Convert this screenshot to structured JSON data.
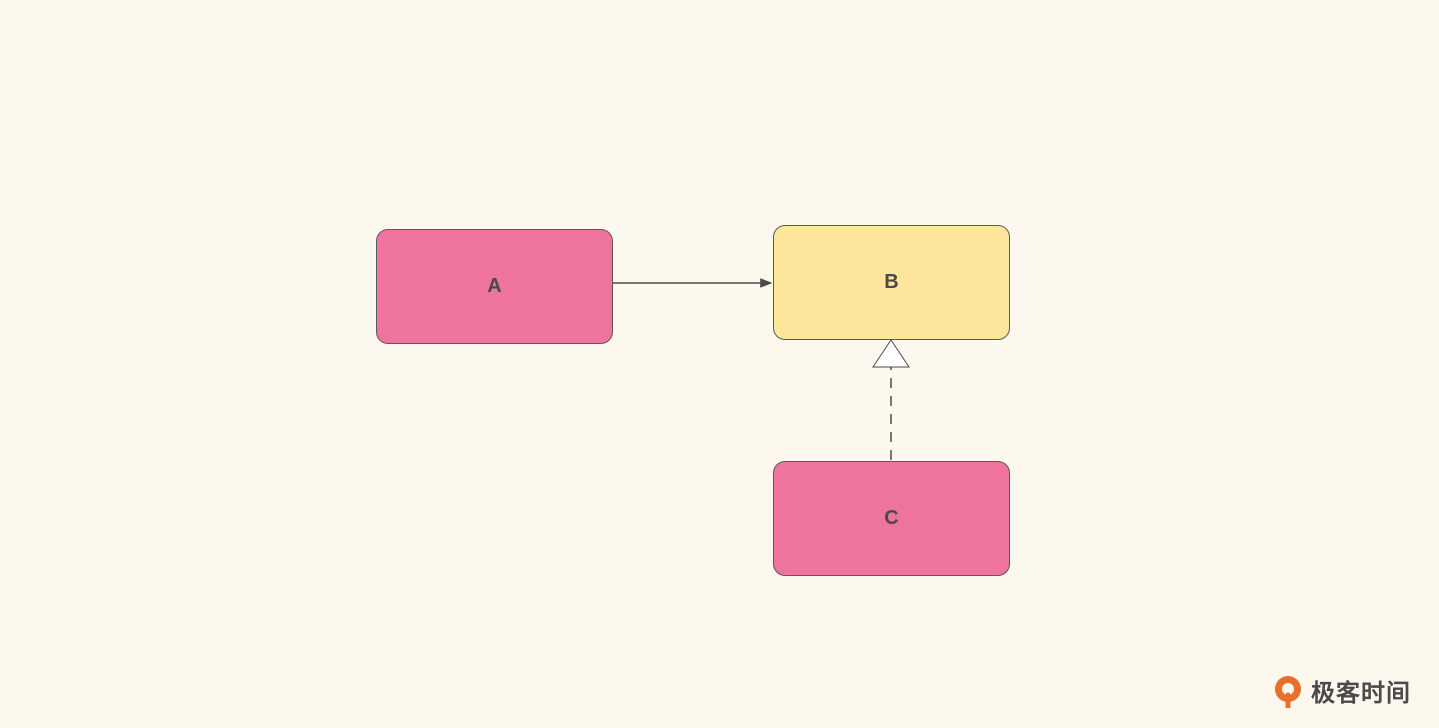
{
  "diagram": {
    "nodes": [
      {
        "id": "A",
        "label": "A",
        "color": "#ef739f"
      },
      {
        "id": "B",
        "label": "B",
        "color": "#fde69c"
      },
      {
        "id": "C",
        "label": "C",
        "color": "#ef739f"
      }
    ],
    "edges": [
      {
        "from": "A",
        "to": "B",
        "style": "solid",
        "arrowhead": "open-filled-small"
      },
      {
        "from": "C",
        "to": "B",
        "style": "dashed",
        "arrowhead": "hollow-triangle"
      }
    ]
  },
  "branding": {
    "logo_text": "极客时间",
    "logo_icon": "geektime-logo-icon",
    "accent_color": "#e8702a"
  },
  "colors": {
    "background": "#fcf8ee",
    "node_pink": "#ef739f",
    "node_yellow": "#fde69c",
    "line": "#4a4a4a"
  }
}
